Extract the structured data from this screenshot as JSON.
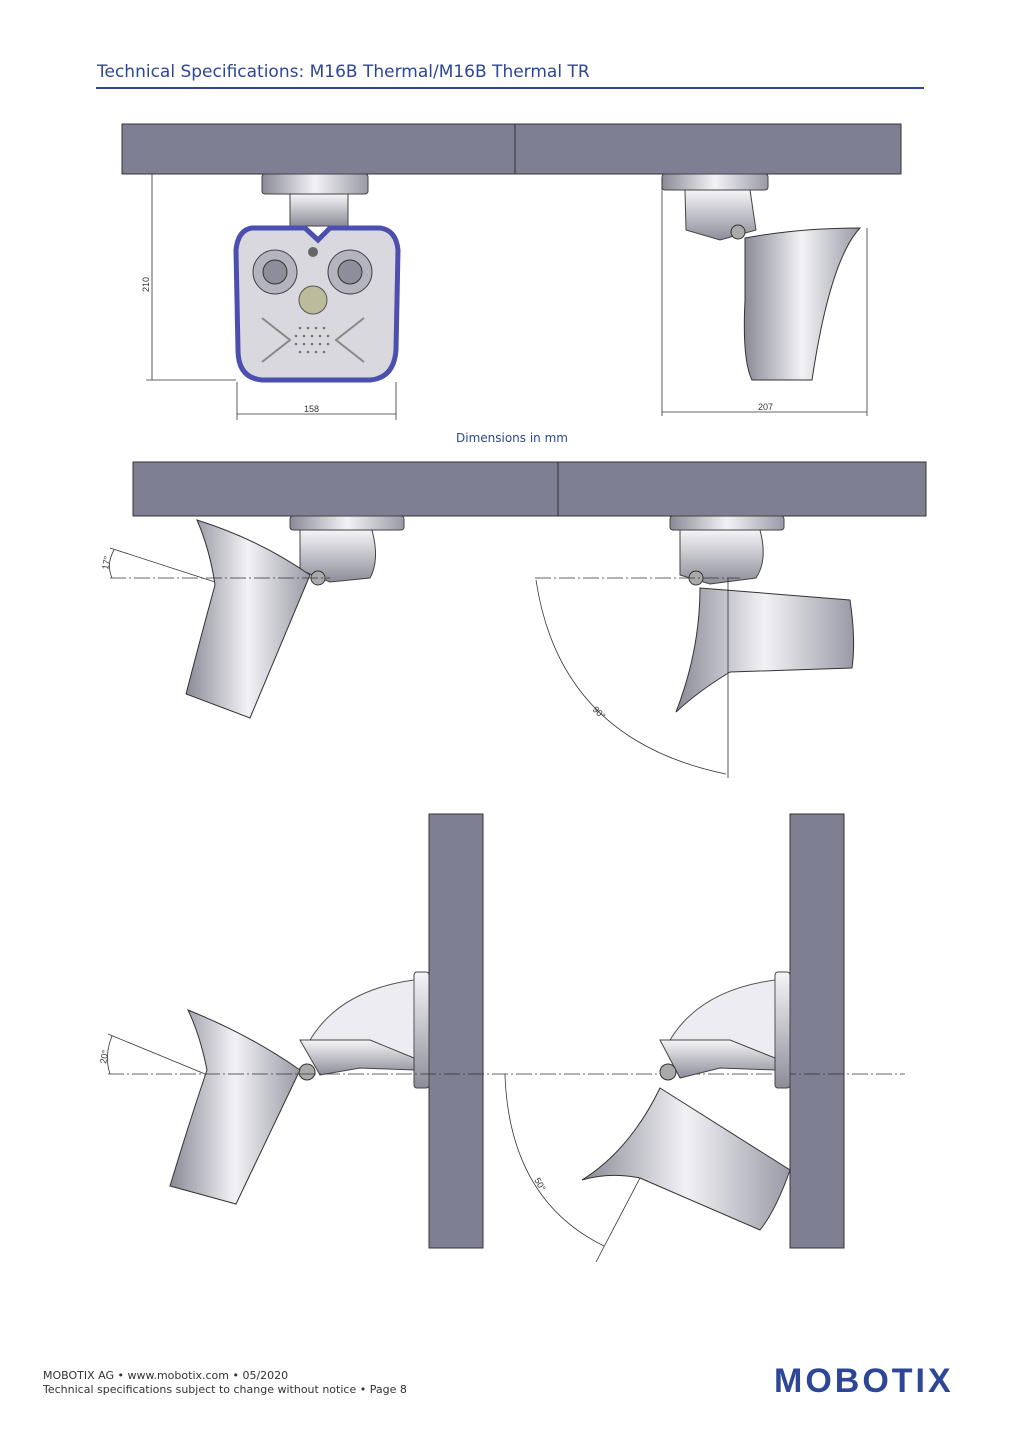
{
  "header": {
    "title": "Technical Specifications: M16B Thermal/M16B Thermal TR"
  },
  "drawing": {
    "caption": "Dimensions in mm",
    "dimensions": {
      "height": "210",
      "width": "158",
      "depth": "207"
    },
    "angles": {
      "tilt_up_ceiling": "17°",
      "tilt_down_ceiling": "90°",
      "tilt_up_wall": "20°",
      "tilt_down_wall": "50°"
    },
    "colors": {
      "mount_surface": "#7f7f93",
      "camera_body": "#c9c9d2",
      "accent_ring": "#4b4fb0"
    }
  },
  "footer": {
    "line1": "MOBOTIX AG • www.mobotix.com • 05/2020",
    "line2": "Technical specifications subject to change without notice • Page 8"
  },
  "brand": {
    "logo_text": "MOBOTIX"
  }
}
